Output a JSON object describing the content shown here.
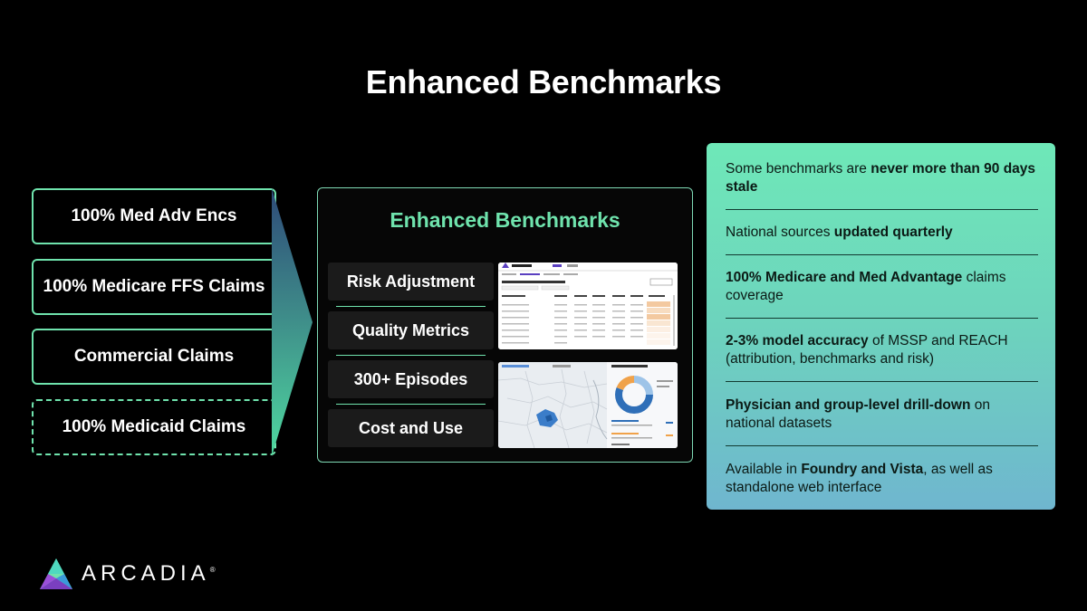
{
  "title": "Enhanced Benchmarks",
  "sources": [
    {
      "label": "100% Med Adv Encs"
    },
    {
      "label": "100% Medicare FFS Claims"
    },
    {
      "label": "Commercial Claims"
    },
    {
      "label": "100% Medicaid Claims"
    }
  ],
  "panel": {
    "title": "Enhanced Benchmarks",
    "categories": [
      "Risk Adjustment",
      "Quality Metrics",
      "300+ Episodes",
      "Cost and Use"
    ]
  },
  "features": [
    {
      "pre": "Some benchmarks are ",
      "bold": "never more than 90 days stale",
      "post": ""
    },
    {
      "pre": "National sources ",
      "bold": "updated quarterly",
      "post": ""
    },
    {
      "pre": "",
      "bold": "100% Medicare and Med Advantage",
      "post": " claims coverage"
    },
    {
      "pre": "",
      "bold": "2-3% model accuracy",
      "post": " of MSSP and REACH (attribution, benchmarks and risk)"
    },
    {
      "pre": "",
      "bold": "Physician and group-level drill-down",
      "post": " on national datasets"
    },
    {
      "pre": "Available in ",
      "bold": "Foundry and Vista",
      "post": ", as well as standalone web interface"
    }
  ],
  "logo": {
    "text": "ARCADIA",
    "mark": "®"
  },
  "colors": {
    "accent": "#6fe3ad",
    "background": "#000000"
  }
}
